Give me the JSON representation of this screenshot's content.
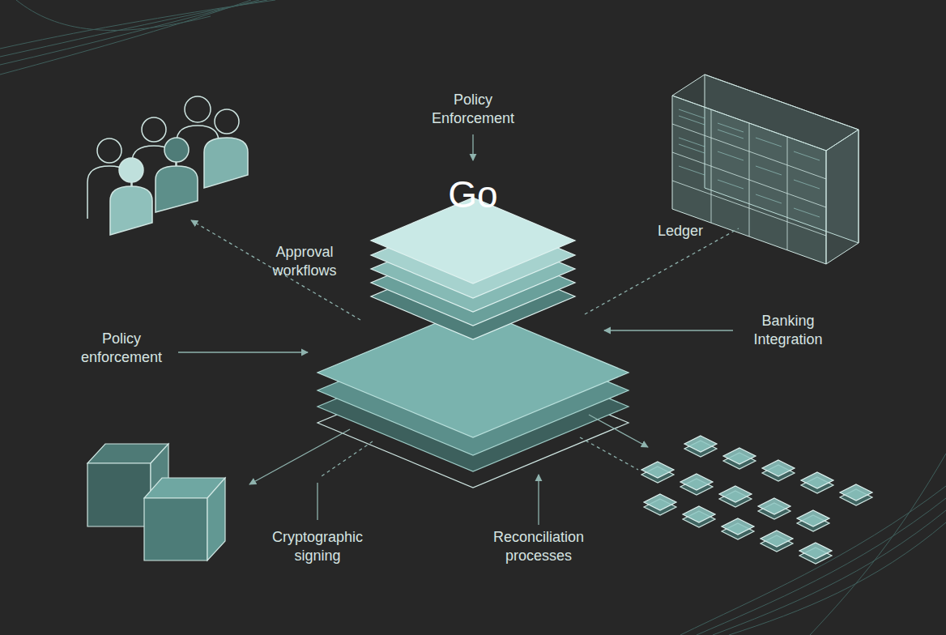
{
  "diagram": {
    "nodes": [
      {
        "text": [
          "Go"
        ]
      }
    ],
    "labels": [
      "Policy Enforcement",
      "Approval workflows",
      "Ledger",
      "Policy enforcement",
      "Banking Integration",
      "Cryptographic signing",
      "Reconciliation processes"
    ]
  }
}
